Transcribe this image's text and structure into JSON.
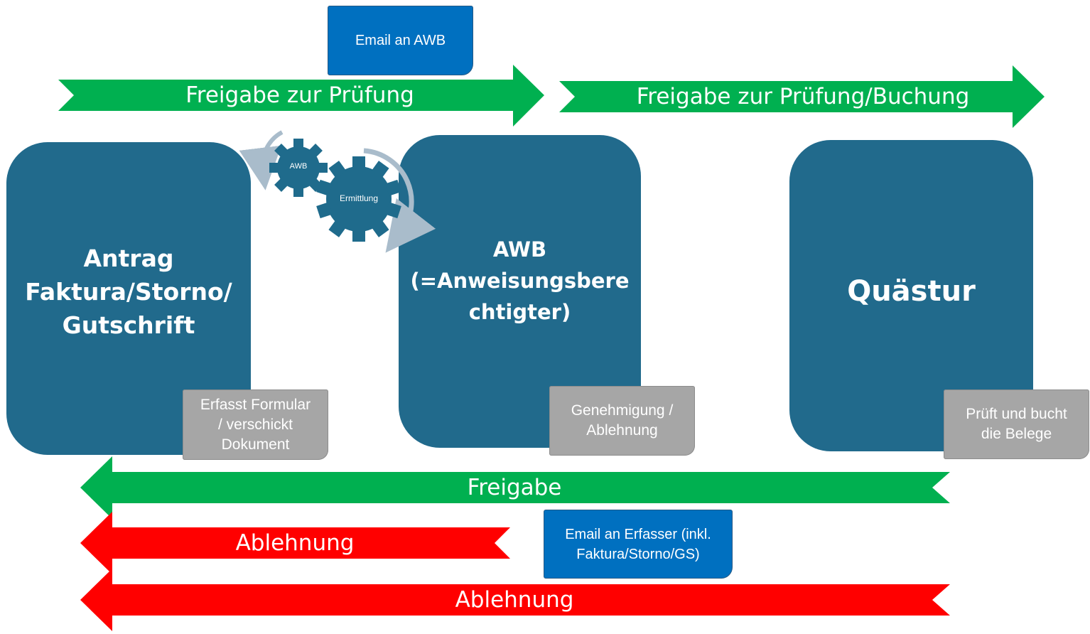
{
  "colors": {
    "green_arrow": "#00b050",
    "red_arrow": "#ff0000",
    "box_blue": "#216a8c",
    "email_blue": "#0070c0",
    "note_grey": "#a6a6a6",
    "gear_blue": "#1f6b8c",
    "cycle_arc": "#a9bccb"
  },
  "top_email": {
    "text": "Email an AWB"
  },
  "arrows": {
    "top_left": {
      "label": "Freigabe zur Prüfung"
    },
    "top_right": {
      "label": "Freigabe zur Prüfung/Buchung"
    },
    "freigabe": {
      "label": "Freigabe"
    },
    "ablehnung_short": {
      "label": "Ablehnung"
    },
    "ablehnung_long": {
      "label": "Ablehnung"
    }
  },
  "gears": {
    "small": {
      "label": "AWB",
      "icon": "gear-icon"
    },
    "large": {
      "label": "Ermittlung",
      "icon": "gear-icon"
    }
  },
  "boxes": {
    "antrag": {
      "lines": [
        "Antrag",
        "Faktura/Storno/",
        "Gutschrift"
      ]
    },
    "awb": {
      "lines": [
        "AWB",
        "(=Anweisungsbere",
        "chtigter)"
      ]
    },
    "quaestur": {
      "lines": [
        "Quästur"
      ]
    }
  },
  "notes": {
    "antrag": {
      "text": "Erfasst Formular\n/ verschickt\nDokument"
    },
    "awb": {
      "text": "Genehmigung /\nAblehnung"
    },
    "quaestur": {
      "text": "Prüft und bucht\ndie Belege"
    }
  },
  "bottom_email": {
    "text": "Email an Erfasser (inkl.\nFaktura/Storno/GS)"
  }
}
